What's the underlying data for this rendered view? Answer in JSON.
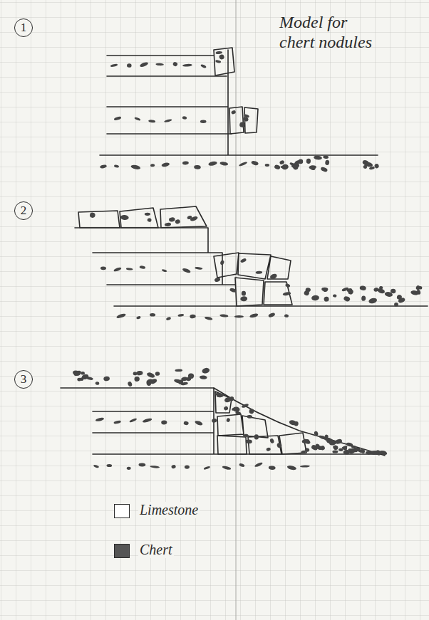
{
  "diagram": {
    "title": "Model for chert nodules",
    "labels": [
      "1",
      "2",
      "3"
    ],
    "legend": [
      {
        "text": "Limestone",
        "color": "#ffffff"
      },
      {
        "text": "Chert",
        "color": "#555555"
      }
    ]
  }
}
